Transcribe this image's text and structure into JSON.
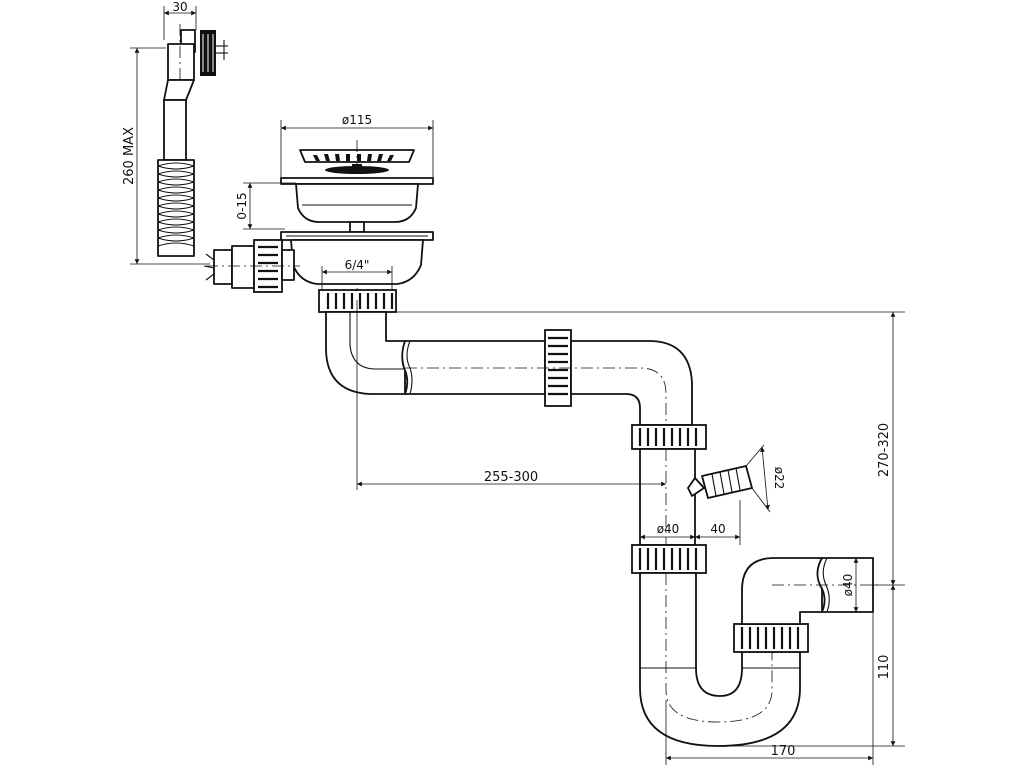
{
  "dimensions": {
    "overflow_width": "30",
    "overflow_height": "260 MAX",
    "strainer_diameter": "ø115",
    "sink_thickness": "0-15",
    "thread": "6/4\"",
    "horizontal_reach": "255-300",
    "total_height": "270-320",
    "hose_nozzle": "ø22",
    "pipe_diameter_upper": "ø40",
    "nozzle_offset": "40",
    "pipe_diameter_outlet": "ø40",
    "trap_height": "110",
    "trap_width": "170"
  },
  "colors": {
    "line": "#111111",
    "background": "#ffffff"
  }
}
